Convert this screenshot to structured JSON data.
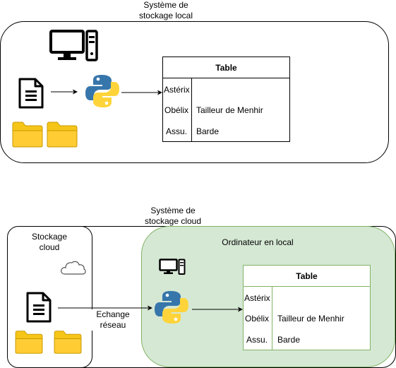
{
  "local": {
    "title": "Système de\nstockage local",
    "table": {
      "title": "Table",
      "rows": [
        {
          "key": "Astérix",
          "value": ""
        },
        {
          "key": "Obélix",
          "value": "Tailleur de Menhir"
        },
        {
          "key": "Assu.",
          "value": "Barde"
        }
      ]
    }
  },
  "cloud": {
    "title": "Système de\nstockage cloud",
    "storage_label": "Stockage\ncloud",
    "exchange_label": "Echange\nréseau",
    "computer_label": "Ordinateur en local",
    "table": {
      "title": "Table",
      "rows": [
        {
          "key": "Astérix",
          "value": ""
        },
        {
          "key": "Obélix",
          "value": "Tailleur de Menhir"
        },
        {
          "key": "Assu.",
          "value": "Barde"
        }
      ]
    }
  },
  "colors": {
    "green_fill": "#d5e8d4",
    "green_stroke": "#82b366",
    "folder_yellow": "#f5c518",
    "python_blue": "#3776ab",
    "python_yellow": "#ffd43b"
  },
  "icons": [
    "computer-icon",
    "document-icon",
    "python-icon",
    "folder-icon",
    "cloud-icon"
  ]
}
